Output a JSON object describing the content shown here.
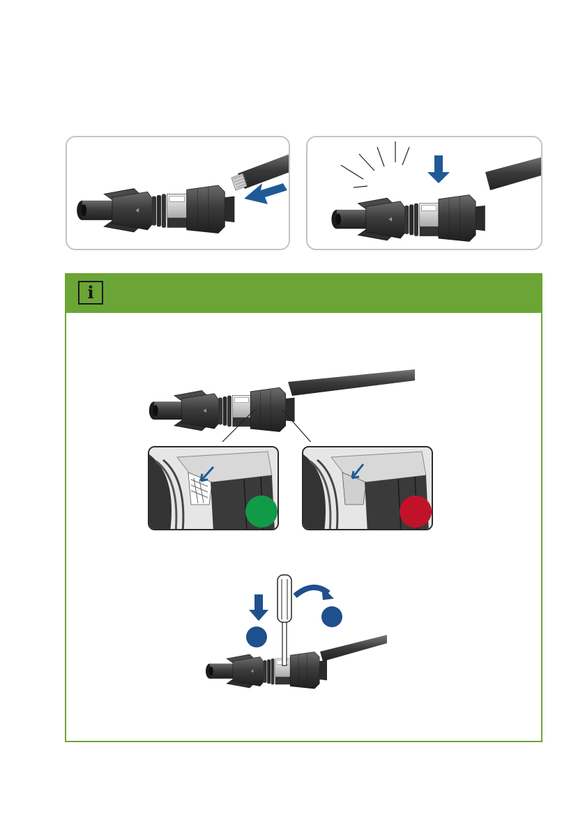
{
  "figures": {
    "step_insert": {
      "arrow_color": "#1f5a96"
    },
    "step_press": {
      "arrow_color": "#1f5a96"
    }
  },
  "info_box": {
    "accent_color": "#6aa535",
    "icon": "info-icon",
    "icon_glyph": "i",
    "detail_correct": {
      "indicator_color": "#119a48",
      "meaning": "correct"
    },
    "detail_incorrect": {
      "indicator_color": "#c0132a",
      "meaning": "incorrect"
    },
    "release_steps": {
      "marker_color": "#1f4f8c",
      "count": 2
    }
  }
}
